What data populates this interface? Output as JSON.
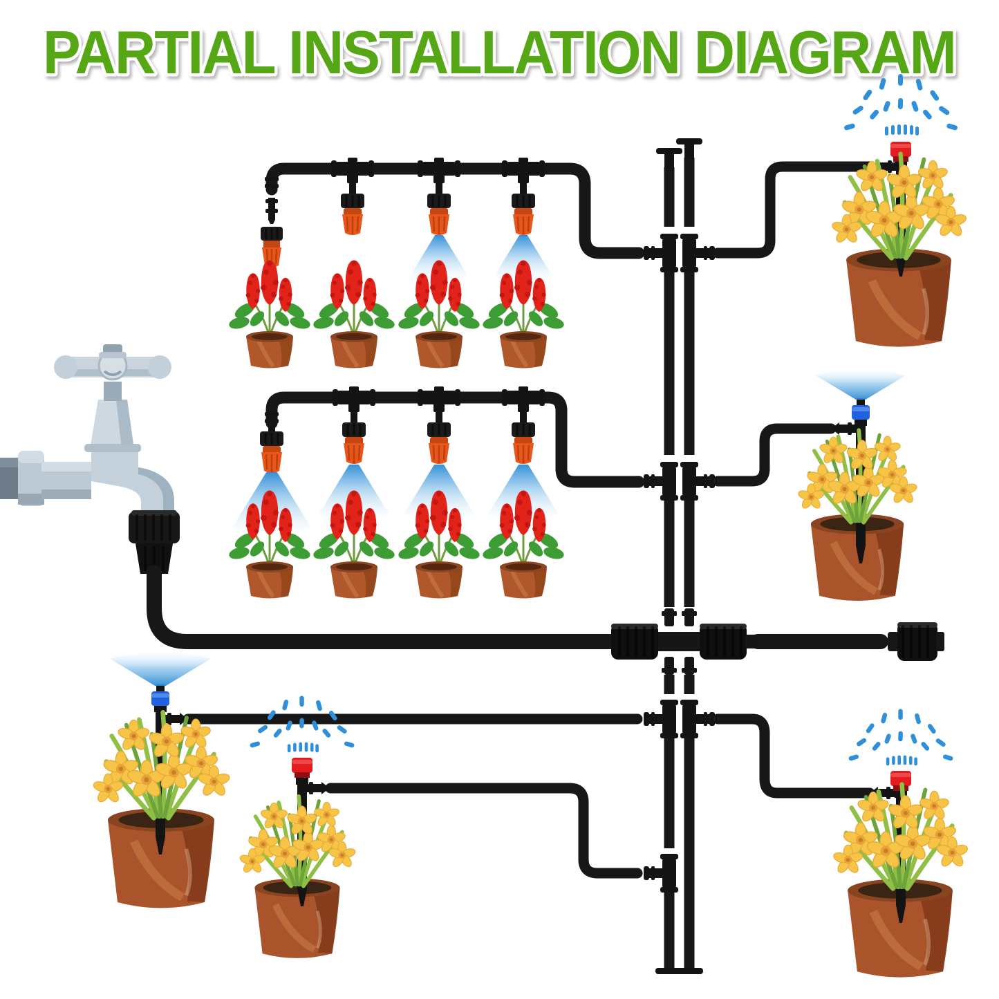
{
  "title": {
    "text": "PARTIAL INSTALLATION DIAGRAM",
    "color": "#55a712",
    "outline": "#ffffff"
  },
  "diagram": {
    "background": "#ffffff",
    "colors": {
      "pipe_black": "#171717",
      "mist_nozzle_orange": "#e8561b",
      "dripper_cap_red": "#e31c1f",
      "mister_band_blue": "#2061e0",
      "spray_drop_blue": "#2f8fd9",
      "spray_fan_blue": "#7fbce8",
      "faucet_gray": "#c5d1da",
      "pot_terracotta": "#a9542b",
      "red_flower": "#e2231a",
      "leaf_green": "#3e9c35",
      "grass_green": "#8fbf45",
      "yellow_flower": "#f6c447"
    },
    "components": {
      "faucet": "garden-faucet",
      "faucet_adapter": "threaded-faucet-adapter",
      "main_line": "main-supply-tubing",
      "manifold": "barbed-cross-manifold-with-lock-nuts",
      "end_cap": "threaded-end-cap",
      "risers": "twin-vertical-distribution-tubes",
      "top_plug": "goof-plug",
      "tee": "barbed-tee-connector",
      "elbow": "tubing-elbow-bend",
      "mist_nozzle": "orange-misting-nozzle",
      "dripper_stake": "red-cap-dripper-stake",
      "mister_stake": "blue-band-mister-stake",
      "red_plant": "potted-red-flower-plant",
      "yellow_plant": "potted-yellow-flower-plant"
    },
    "counts": {
      "mist_nozzles_row1": 4,
      "mist_nozzles_row2": 4,
      "red_plants": 8,
      "yellow_plants": 5,
      "red_cap_drippers": 3,
      "blue_band_misters": 2
    }
  }
}
